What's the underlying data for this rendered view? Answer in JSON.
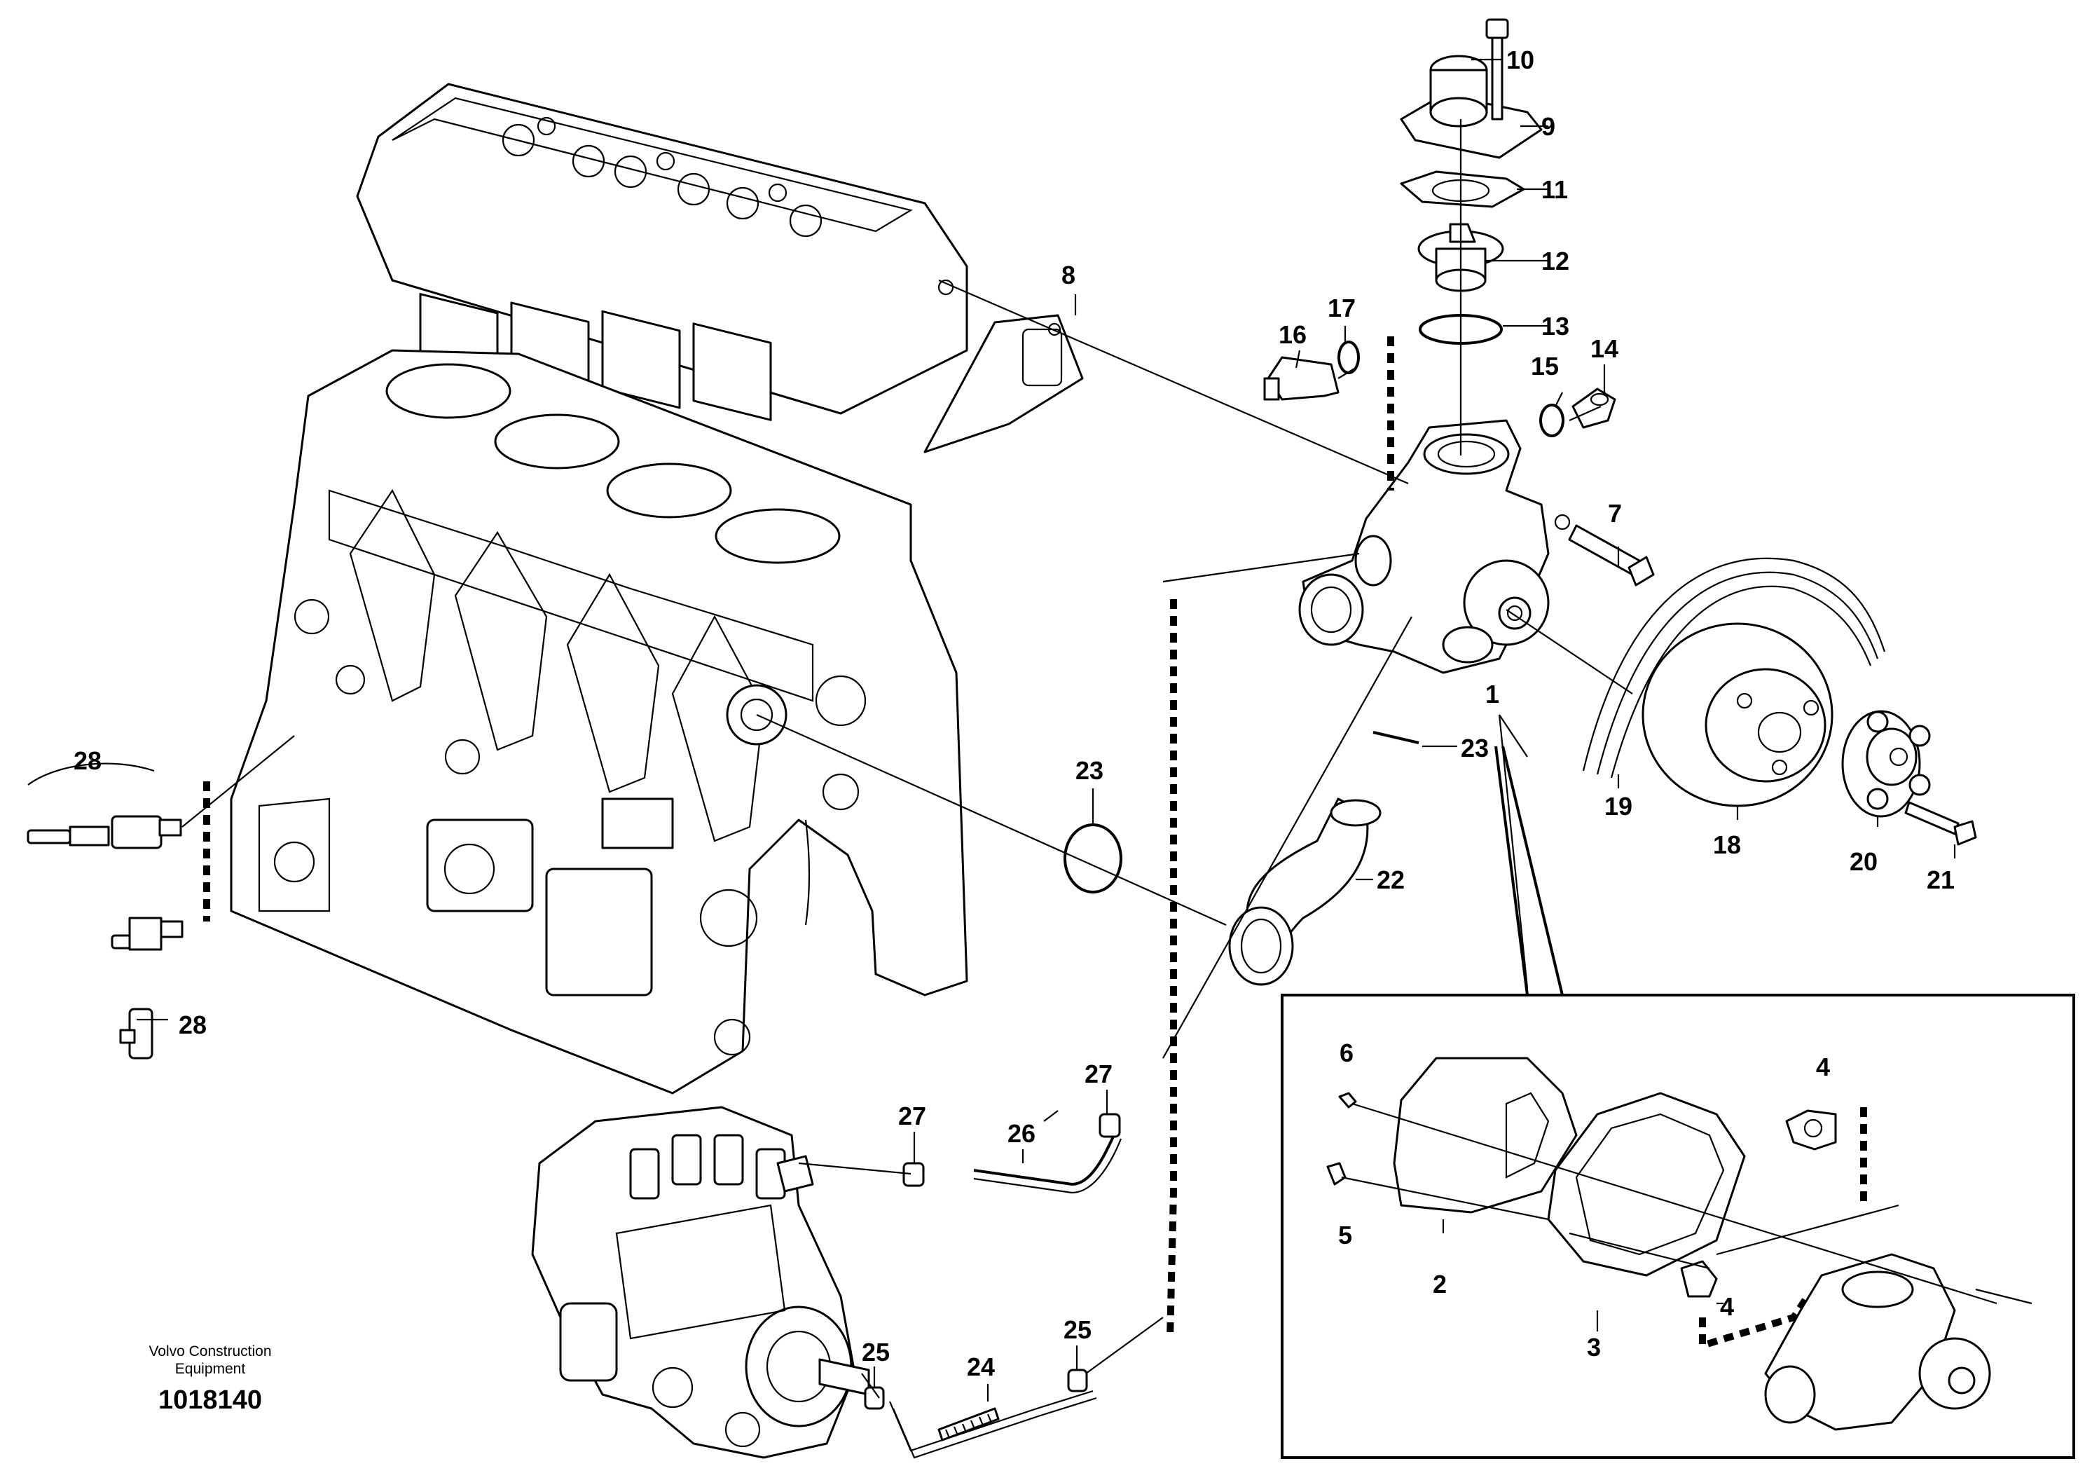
{
  "credit": {
    "line1": "Volvo Construction",
    "line2": "Equipment"
  },
  "drawing_number": "1018140",
  "callouts": {
    "c1": "1",
    "c2": "2",
    "c3": "3",
    "c4a": "4",
    "c4b": "4",
    "c5": "5",
    "c6": "6",
    "c7": "7",
    "c8": "8",
    "c9": "9",
    "c10": "10",
    "c11": "11",
    "c12": "12",
    "c13": "13",
    "c14": "14",
    "c15": "15",
    "c16": "16",
    "c17": "17",
    "c18": "18",
    "c19": "19",
    "c20": "20",
    "c21": "21",
    "c22": "22",
    "c23a": "23",
    "c23b": "23",
    "c24": "24",
    "c25a": "25",
    "c25b": "25",
    "c26": "26",
    "c27a": "27",
    "c27b": "27",
    "c28a": "28",
    "c28b": "28"
  }
}
